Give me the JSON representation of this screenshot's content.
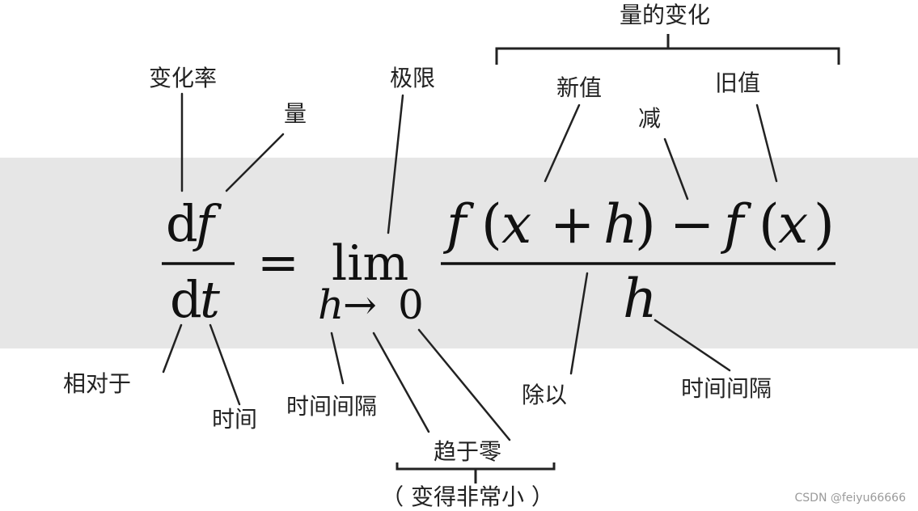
{
  "labels": {
    "change_in_quantity": "量的变化",
    "rate_of_change": "变化率",
    "quantity": "量",
    "limit": "极限",
    "new_value": "新值",
    "old_value": "旧值",
    "minus": "减",
    "relative_to": "相对于",
    "time": "时间",
    "time_interval_left": "时间间隔",
    "tends_to_zero": "趋于零",
    "becomes_very_small": "（ 变得非常小 ）",
    "divide_by": "除以",
    "time_interval_right": "时间间隔"
  },
  "formula": {
    "d_top": "d",
    "f_top": "f",
    "d_bottom": "d",
    "t_bottom": "t",
    "equals": "=",
    "lim": "lim",
    "h_sub": "h",
    "arrow": "→",
    "zero": "0",
    "f1": "f",
    "paren_open1": "(",
    "x1": "x",
    "plus": "+",
    "h_num": "h",
    "paren_close1": ")",
    "minus_sign": "−",
    "f2": "f",
    "paren_open2": "(",
    "x2": "x",
    "paren_close2": ")",
    "h_den": "h"
  },
  "watermark": "CSDN @feiyu66666",
  "colors": {
    "band": "#e6e6e6",
    "ink": "#111111",
    "label_ink": "#222222",
    "watermark": "#9a9a9a"
  }
}
